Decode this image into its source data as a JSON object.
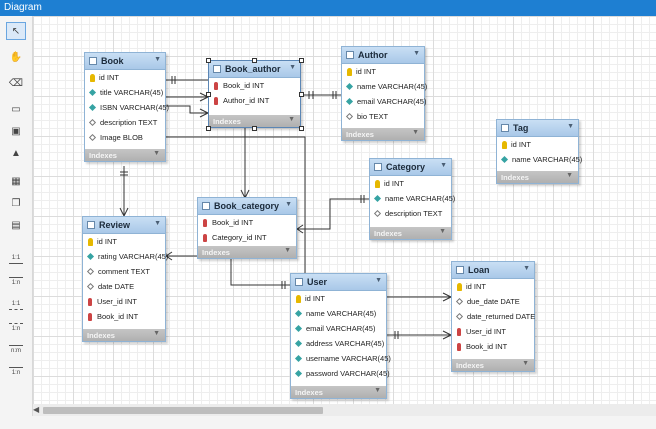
{
  "window": {
    "title": "Diagram"
  },
  "tools": [
    {
      "name": "pointer-tool",
      "glyph": "↖"
    },
    {
      "name": "hand-tool",
      "glyph": "✋"
    },
    {
      "name": "eraser-tool",
      "glyph": "⌫"
    },
    {
      "name": "layer-tool",
      "glyph": "▭"
    },
    {
      "name": "note-tool",
      "glyph": "▣"
    },
    {
      "name": "image-tool",
      "glyph": "▲"
    },
    {
      "name": "table-tool",
      "glyph": "▦"
    },
    {
      "name": "view-tool",
      "glyph": "❐"
    },
    {
      "name": "routine-tool",
      "glyph": "▤"
    }
  ],
  "relationship_tools": [
    {
      "top": "1:1",
      "bottom": ""
    },
    {
      "top": "1:n",
      "bottom": ""
    },
    {
      "top": "1:1",
      "bottom": ""
    },
    {
      "top": "1:n",
      "bottom": ""
    },
    {
      "top": "n:m",
      "bottom": ""
    },
    {
      "top": "1:n",
      "bottom": ""
    }
  ],
  "indexes_label": "Indexes",
  "entities": {
    "book": {
      "name": "Book",
      "columns": [
        {
          "icon": "key",
          "text": "id INT"
        },
        {
          "icon": "dia",
          "text": "title VARCHAR(45)"
        },
        {
          "icon": "dia",
          "text": "ISBN VARCHAR(45)"
        },
        {
          "icon": "diaw",
          "text": "description TEXT"
        },
        {
          "icon": "diaw",
          "text": "Image BLOB"
        }
      ]
    },
    "book_author": {
      "name": "Book_author",
      "columns": [
        {
          "icon": "fk",
          "text": "Book_id INT"
        },
        {
          "icon": "fk",
          "text": "Author_id INT"
        }
      ]
    },
    "author": {
      "name": "Author",
      "columns": [
        {
          "icon": "key",
          "text": "id INT"
        },
        {
          "icon": "dia",
          "text": "name VARCHAR(45)"
        },
        {
          "icon": "dia",
          "text": "email VARCHAR(45)"
        },
        {
          "icon": "diaw",
          "text": "bio TEXT"
        }
      ]
    },
    "tag": {
      "name": "Tag",
      "columns": [
        {
          "icon": "key",
          "text": "id INT"
        },
        {
          "icon": "dia",
          "text": "name VARCHAR(45)"
        }
      ]
    },
    "category": {
      "name": "Category",
      "columns": [
        {
          "icon": "key",
          "text": "id INT"
        },
        {
          "icon": "dia",
          "text": "name VARCHAR(45)"
        },
        {
          "icon": "diaw",
          "text": "description TEXT"
        }
      ]
    },
    "book_category": {
      "name": "Book_category",
      "columns": [
        {
          "icon": "fk",
          "text": "Book_id INT"
        },
        {
          "icon": "fk",
          "text": "Category_id INT"
        }
      ]
    },
    "review": {
      "name": "Review",
      "columns": [
        {
          "icon": "key",
          "text": "id INT"
        },
        {
          "icon": "dia",
          "text": "rating VARCHAR(45)"
        },
        {
          "icon": "diaw",
          "text": "comment TEXT"
        },
        {
          "icon": "diaw",
          "text": "date DATE"
        },
        {
          "icon": "fk",
          "text": "User_id INT"
        },
        {
          "icon": "fk",
          "text": "Book_id INT"
        }
      ]
    },
    "user": {
      "name": "User",
      "columns": [
        {
          "icon": "key",
          "text": "id INT"
        },
        {
          "icon": "dia",
          "text": "name VARCHAR(45)"
        },
        {
          "icon": "dia",
          "text": "email VARCHAR(45)"
        },
        {
          "icon": "dia",
          "text": "address VARCHAR(45)"
        },
        {
          "icon": "dia",
          "text": "username VARCHAR(45)"
        },
        {
          "icon": "dia",
          "text": "password VARCHAR(45)"
        }
      ]
    },
    "loan": {
      "name": "Loan",
      "columns": [
        {
          "icon": "key",
          "text": "id INT"
        },
        {
          "icon": "diaw",
          "text": "due_date DATE"
        },
        {
          "icon": "diaw",
          "text": "date_returned DATE"
        },
        {
          "icon": "fk",
          "text": "User_id INT"
        },
        {
          "icon": "fk",
          "text": "Book_id INT"
        }
      ]
    }
  },
  "colors": {
    "header": "#a9c8e8",
    "titlebar": "#1e7fd2",
    "footer": "#b0b0b0",
    "pk": "#e6b800",
    "fk": "#cc4444",
    "attr": "#36a3a3"
  }
}
